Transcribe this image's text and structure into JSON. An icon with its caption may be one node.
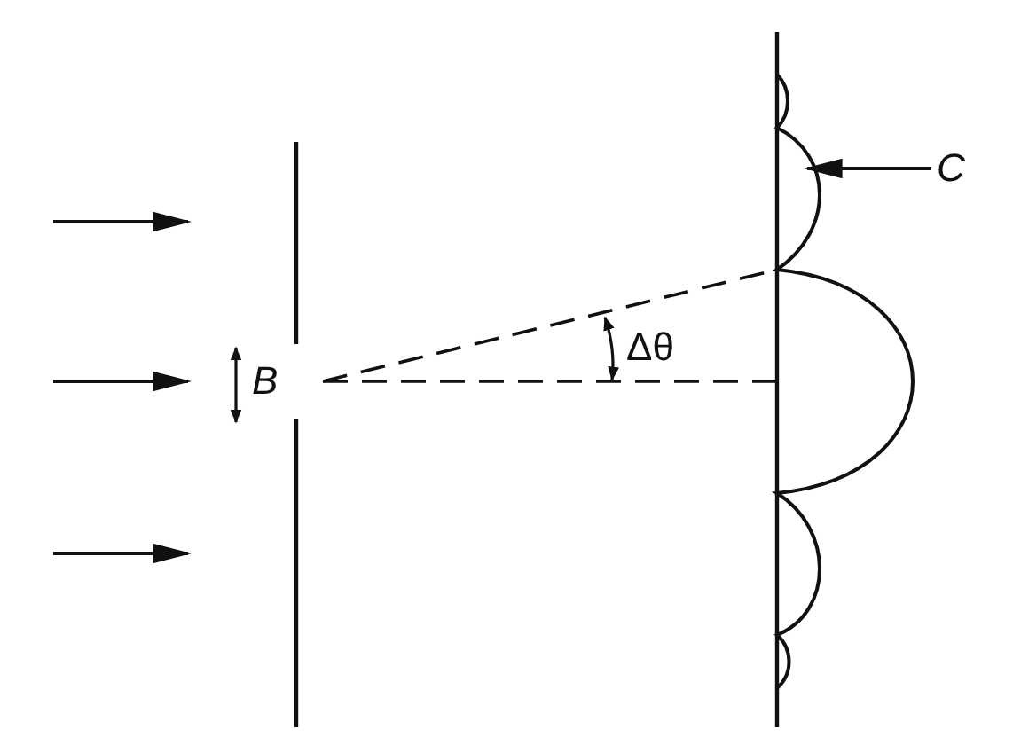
{
  "diagram": {
    "nodes": [
      {
        "text": [
          "C"
        ]
      },
      {
        "text": [],
        "shape": "curve"
      }
    ],
    "edges": [
      {
        "from": 0,
        "to": 1,
        "arrow": "to"
      }
    ],
    "labels": [
      "B",
      "Δθ"
    ]
  }
}
